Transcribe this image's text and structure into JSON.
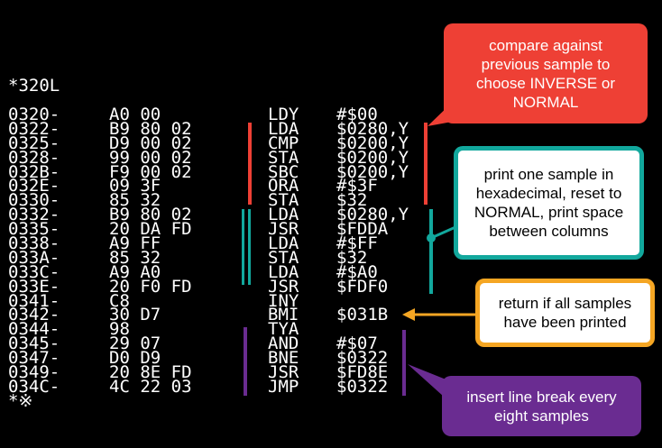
{
  "prompt": "*320L",
  "listing": [
    {
      "addr": "0320-",
      "bytes": "A0 00",
      "op": "LDY",
      "arg": "#$00"
    },
    {
      "addr": "0322-",
      "bytes": "B9 80 02",
      "op": "LDA",
      "arg": "$0280,Y"
    },
    {
      "addr": "0325-",
      "bytes": "D9 00 02",
      "op": "CMP",
      "arg": "$0200,Y"
    },
    {
      "addr": "0328-",
      "bytes": "99 00 02",
      "op": "STA",
      "arg": "$0200,Y"
    },
    {
      "addr": "032B-",
      "bytes": "F9 00 02",
      "op": "SBC",
      "arg": "$0200,Y"
    },
    {
      "addr": "032E-",
      "bytes": "09 3F",
      "op": "ORA",
      "arg": "#$3F"
    },
    {
      "addr": "0330-",
      "bytes": "85 32",
      "op": "STA",
      "arg": "$32"
    },
    {
      "addr": "0332-",
      "bytes": "B9 80 02",
      "op": "LDA",
      "arg": "$0280,Y"
    },
    {
      "addr": "0335-",
      "bytes": "20 DA FD",
      "op": "JSR",
      "arg": "$FDDA"
    },
    {
      "addr": "0338-",
      "bytes": "A9 FF",
      "op": "LDA",
      "arg": "#$FF"
    },
    {
      "addr": "033A-",
      "bytes": "85 32",
      "op": "STA",
      "arg": "$32"
    },
    {
      "addr": "033C-",
      "bytes": "A9 A0",
      "op": "LDA",
      "arg": "#$A0"
    },
    {
      "addr": "033E-",
      "bytes": "20 F0 FD",
      "op": "JSR",
      "arg": "$FDF0"
    },
    {
      "addr": "0341-",
      "bytes": "C8",
      "op": "INY",
      "arg": ""
    },
    {
      "addr": "0342-",
      "bytes": "30 D7",
      "op": "BMI",
      "arg": "$031B"
    },
    {
      "addr": "0344-",
      "bytes": "98",
      "op": "TYA",
      "arg": ""
    },
    {
      "addr": "0345-",
      "bytes": "29 07",
      "op": "AND",
      "arg": "#$07"
    },
    {
      "addr": "0347-",
      "bytes": "D0 D9",
      "op": "BNE",
      "arg": "$0322"
    },
    {
      "addr": "0349-",
      "bytes": "20 8E FD",
      "op": "JSR",
      "arg": "$FD8E"
    },
    {
      "addr": "034C-",
      "bytes": "4C 22 03",
      "op": "JMP",
      "arg": "$0322"
    }
  ],
  "cursor": "*※",
  "callouts": {
    "red": [
      "compare against",
      "previous sample to",
      "choose INVERSE or",
      "NORMAL"
    ],
    "teal": [
      "print one sample in",
      "hexadecimal, reset to",
      "NORMAL, print space",
      "between columns"
    ],
    "orange": [
      "return if all samples",
      "have been printed"
    ],
    "purple": [
      "insert line break every",
      "eight samples"
    ]
  },
  "colors": {
    "red": "#ee4035",
    "teal": "#12a89d",
    "orange": "#f5a623",
    "purple": "#6a2c91"
  }
}
